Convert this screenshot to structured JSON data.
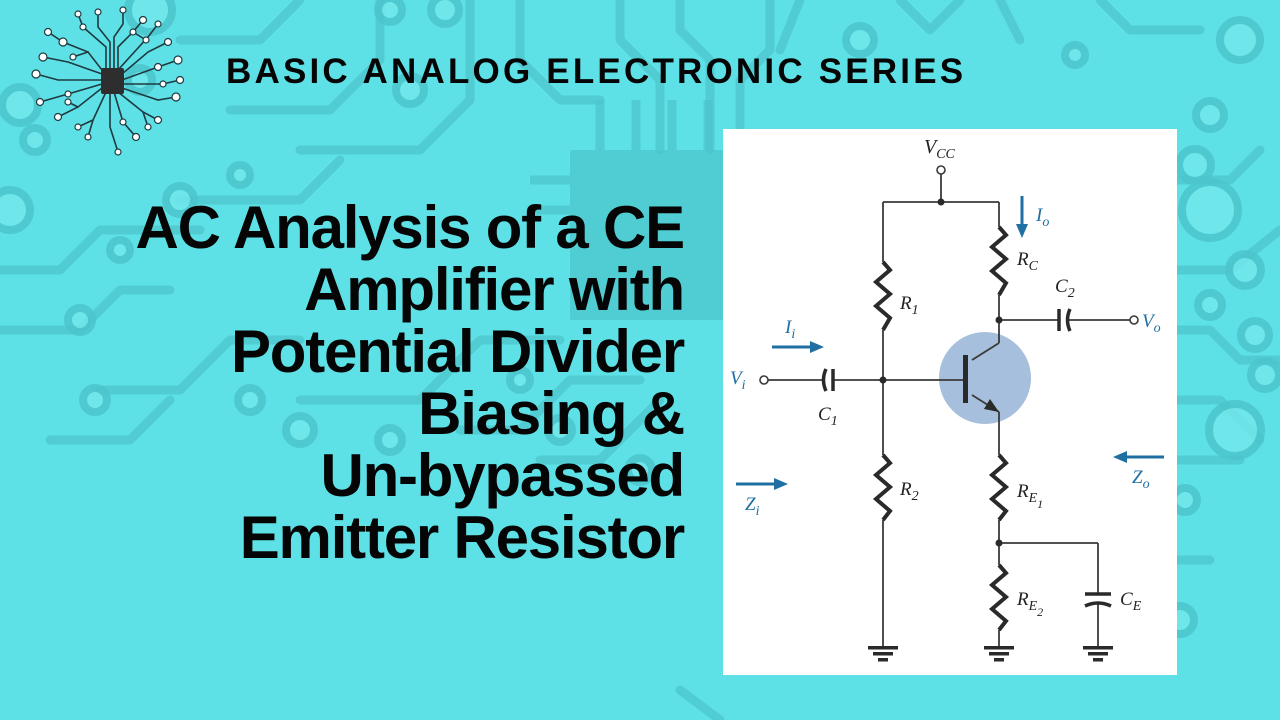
{
  "header": {
    "series_title": "BASIC ANALOG ELECTRONIC SERIES"
  },
  "main_title": {
    "lines": [
      "AC Analysis of a CE",
      "Amplifier with",
      "Potential Divider",
      "Biasing &",
      "Un-bypassed",
      "Emitter Resistor"
    ]
  },
  "logo": {
    "icon": "circuit-brain-chip-icon"
  },
  "colors": {
    "background": "#5ee1e6",
    "trace": "#4cc2c9",
    "text": "#050505",
    "panel": "#ffffff",
    "wire": "#333333",
    "accent_blue": "#1f6fa3",
    "transistor_highlight": "#a6bfdc"
  },
  "circuit": {
    "supply": {
      "main": "V",
      "sub": "CC"
    },
    "components": {
      "R1": {
        "main": "R",
        "sub": "1"
      },
      "R2": {
        "main": "R",
        "sub": "2"
      },
      "RC": {
        "main": "R",
        "sub": "C"
      },
      "RE1": {
        "main": "R",
        "sub": "E",
        "subsub": "1"
      },
      "RE2": {
        "main": "R",
        "sub": "E",
        "subsub": "2"
      },
      "C1": {
        "main": "C",
        "sub": "1"
      },
      "C2": {
        "main": "C",
        "sub": "2"
      },
      "CE": {
        "main": "C",
        "sub": "E"
      }
    },
    "signals": {
      "Vi": {
        "main": "V",
        "sub": "i"
      },
      "Vo": {
        "main": "V",
        "sub": "o"
      },
      "Ii": {
        "main": "I",
        "sub": "i"
      },
      "Io": {
        "main": "I",
        "sub": "o"
      },
      "Zi": {
        "main": "Z",
        "sub": "i"
      },
      "Zo": {
        "main": "Z",
        "sub": "o"
      }
    },
    "transistor": {
      "type": "npn-bjt"
    }
  }
}
